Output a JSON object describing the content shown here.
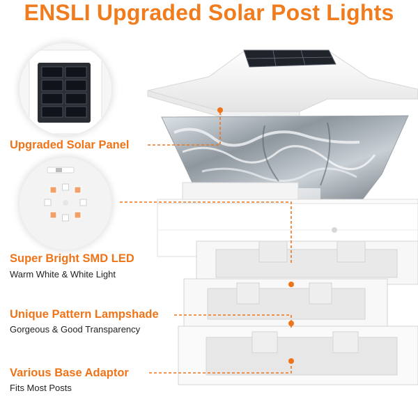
{
  "title": "ENSLI Upgraded Solar Post Lights",
  "features": [
    {
      "label": "Upgraded Solar Panel",
      "sub": ""
    },
    {
      "label": "Super Bright SMD LED",
      "sub": "Warm White & White Light"
    },
    {
      "label": "Unique Pattern Lampshade",
      "sub": "Gorgeous & Good Transparency"
    },
    {
      "label": "Various Base Adaptor",
      "sub": "Fits Most Posts"
    }
  ],
  "colors": {
    "accent": "#ee7419",
    "text": "#222222",
    "led_warm": "#f0a068",
    "led_white": "#ffffff"
  },
  "icons": [
    "solar-panel-closeup",
    "led-board-closeup",
    "post-cap-exploded-view"
  ]
}
